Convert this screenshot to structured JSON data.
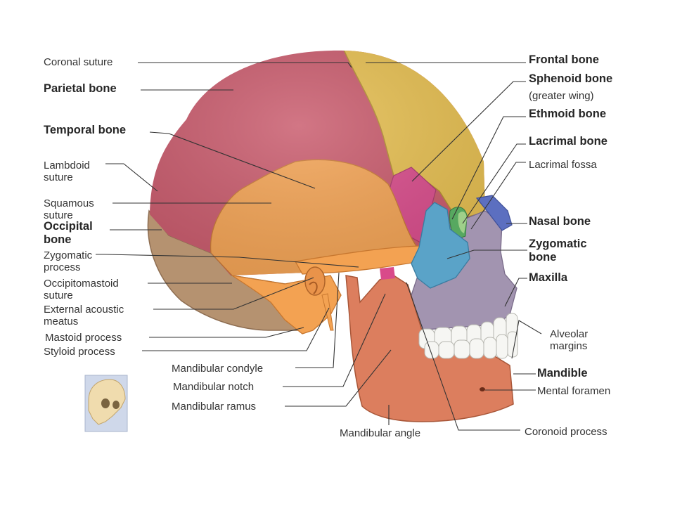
{
  "labels": {
    "coronal_suture": "Coronal suture",
    "parietal_bone": "Parietal bone",
    "temporal_bone": "Temporal bone",
    "lambdoid_suture_1": "Lambdoid",
    "lambdoid_suture_2": "suture",
    "squamous_suture_1": "Squamous",
    "squamous_suture_2": "suture",
    "occipital_bone_1": "Occipital",
    "occipital_bone_2": "bone",
    "zygomatic_process_1": "Zygomatic",
    "zygomatic_process_2": "process",
    "occipitomastoid_suture_1": "Occipitomastoid",
    "occipitomastoid_suture_2": "suture",
    "external_acoustic_meatus_1": "External acoustic",
    "external_acoustic_meatus_2": "meatus",
    "mastoid_process": "Mastoid process",
    "styloid_process": "Styloid process",
    "mandibular_condyle": "Mandibular condyle",
    "mandibular_notch": "Mandibular notch",
    "mandibular_ramus": "Mandibular ramus",
    "mandibular_angle": "Mandibular angle",
    "coronoid_process": "Coronoid process",
    "frontal_bone": "Frontal bone",
    "sphenoid_bone": "Sphenoid bone",
    "sphenoid_note": "(greater wing)",
    "ethmoid_bone": "Ethmoid bone",
    "lacrimal_bone": "Lacrimal bone",
    "lacrimal_fossa": "Lacrimal fossa",
    "nasal_bone": "Nasal bone",
    "zygomatic_bone_1": "Zygomatic",
    "zygomatic_bone_2": "bone",
    "maxilla": "Maxilla",
    "alveolar_margins_1": "Alveolar",
    "alveolar_margins_2": "margins",
    "mandible": "Mandible",
    "mental_foramen": "Mental foramen"
  },
  "colors": {
    "parietal": "#c8586a",
    "frontal": "#e6be4e",
    "temporal": "#f3a252",
    "occipital": "#b59270",
    "sphenoid": "#d94a8a",
    "zygomatic": "#5aa3c8",
    "maxilla": "#a294b0",
    "mandible": "#dc7e5e",
    "nasal": "#5c6fc0",
    "ethmoid": "#57a860",
    "lacrimal": "#9fcf8a",
    "teeth": "#f6f6f3",
    "leader": "#333333"
  }
}
